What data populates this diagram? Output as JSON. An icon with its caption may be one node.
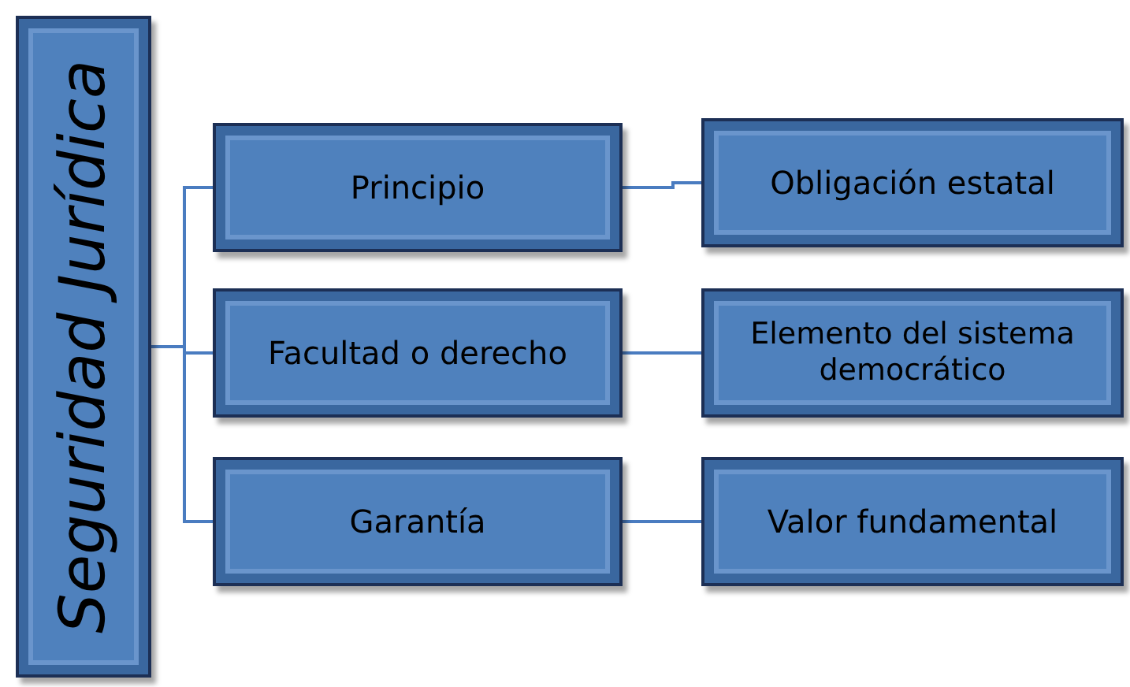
{
  "diagram": {
    "nodes": [
      {
        "text": [
          "Seguridad Jurídica"
        ]
      },
      {
        "text": [
          "Principio"
        ]
      },
      {
        "text": [
          "Facultad o derecho"
        ]
      },
      {
        "text": [
          "Garantía"
        ]
      },
      {
        "text": [
          "Obligación estatal"
        ]
      },
      {
        "text": [
          "Elemento del sistema democrático"
        ]
      },
      {
        "text": [
          "Valor fundamental"
        ]
      }
    ],
    "edges": [
      {
        "from": 0,
        "to": 1,
        "arrow": "none"
      },
      {
        "from": 0,
        "to": 2,
        "arrow": "none"
      },
      {
        "from": 0,
        "to": 3,
        "arrow": "none"
      },
      {
        "from": 1,
        "to": 4,
        "arrow": "none"
      },
      {
        "from": 2,
        "to": 5,
        "arrow": "none"
      },
      {
        "from": 3,
        "to": 6,
        "arrow": "none"
      }
    ]
  }
}
